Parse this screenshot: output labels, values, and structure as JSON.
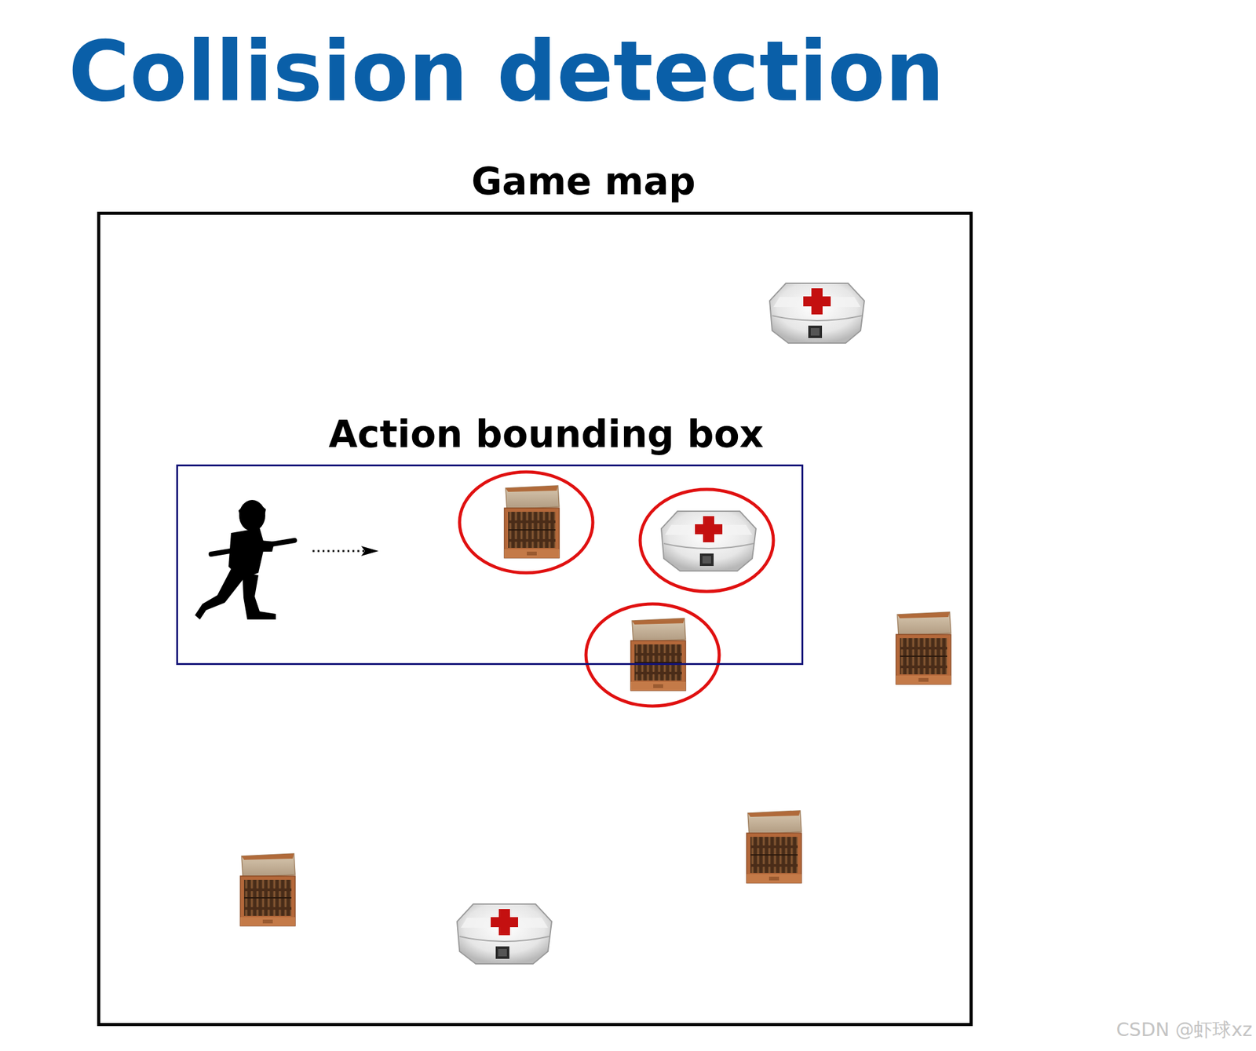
{
  "diagram": {
    "title": "Collision detection",
    "nodes": [
      {
        "text": [
          "Game map"
        ]
      },
      {
        "text": [
          "Action bounding box"
        ],
        "in": 0
      }
    ],
    "labels": [
      "CSDN @虾球xz"
    ]
  }
}
